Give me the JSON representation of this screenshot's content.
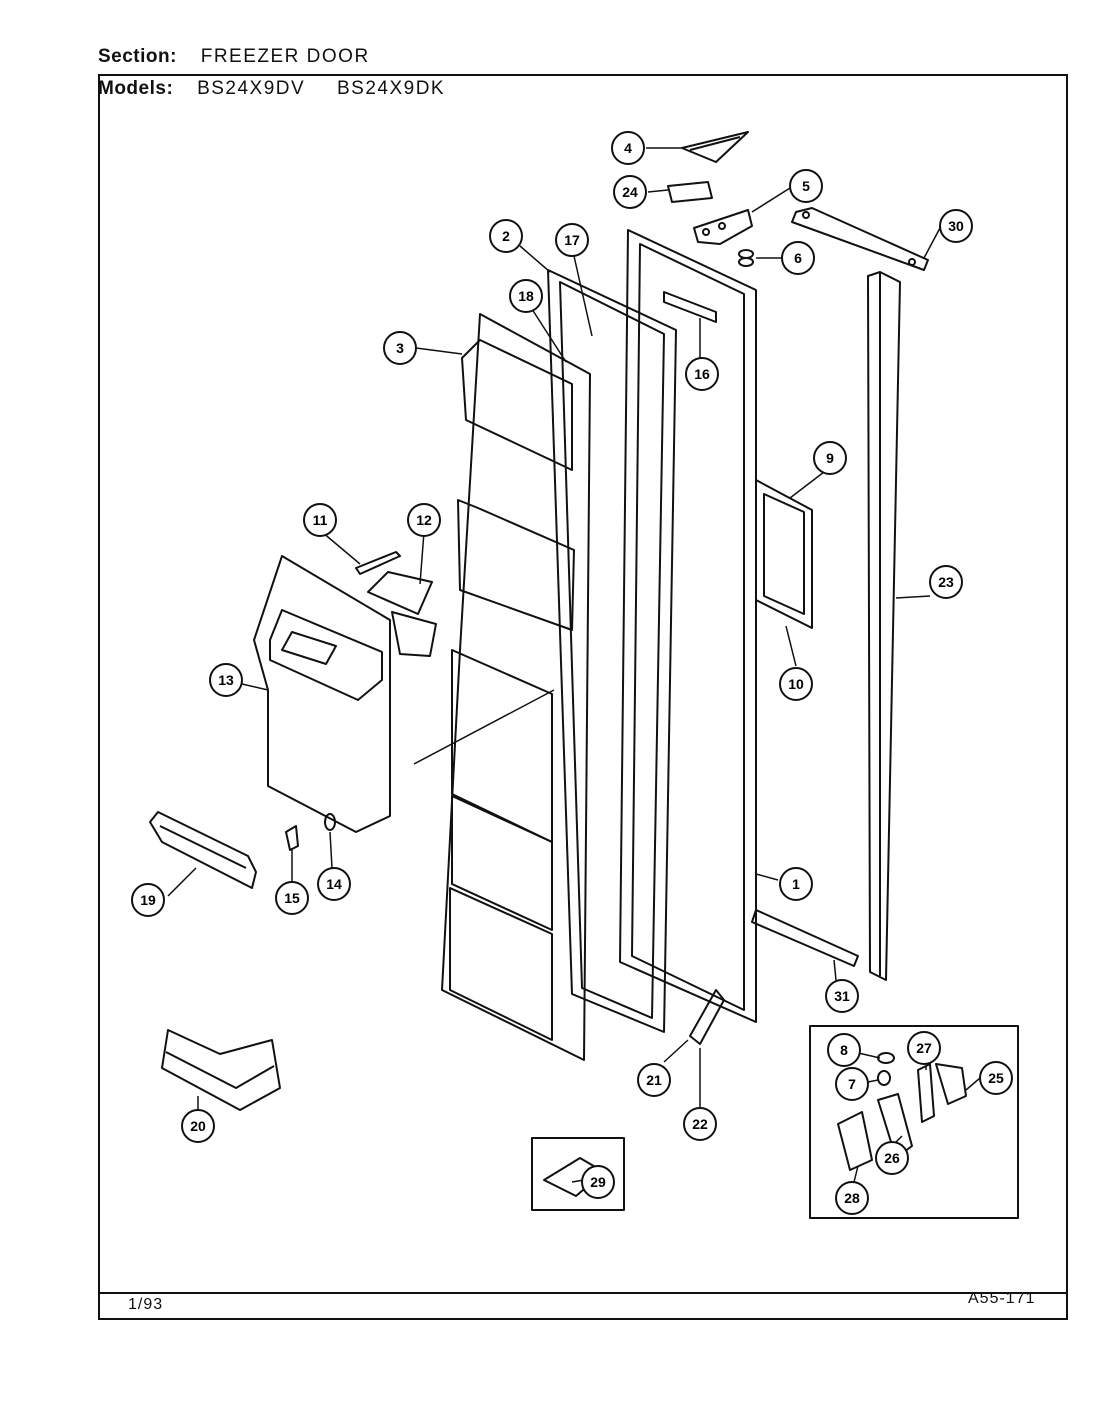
{
  "header": {
    "section_key": "Section:",
    "section_value": "FREEZER DOOR",
    "models_key": "Models:",
    "model_1": "BS24X9DV",
    "model_2": "BS24X9DK"
  },
  "footer": {
    "date": "1/93",
    "code": "A55-171"
  },
  "callouts": [
    "1",
    "2",
    "3",
    "4",
    "5",
    "6",
    "7",
    "8",
    "9",
    "10",
    "11",
    "12",
    "13",
    "14",
    "15",
    "16",
    "17",
    "18",
    "19",
    "20",
    "21",
    "22",
    "23",
    "24",
    "25",
    "26",
    "27",
    "28",
    "29",
    "30",
    "31"
  ]
}
